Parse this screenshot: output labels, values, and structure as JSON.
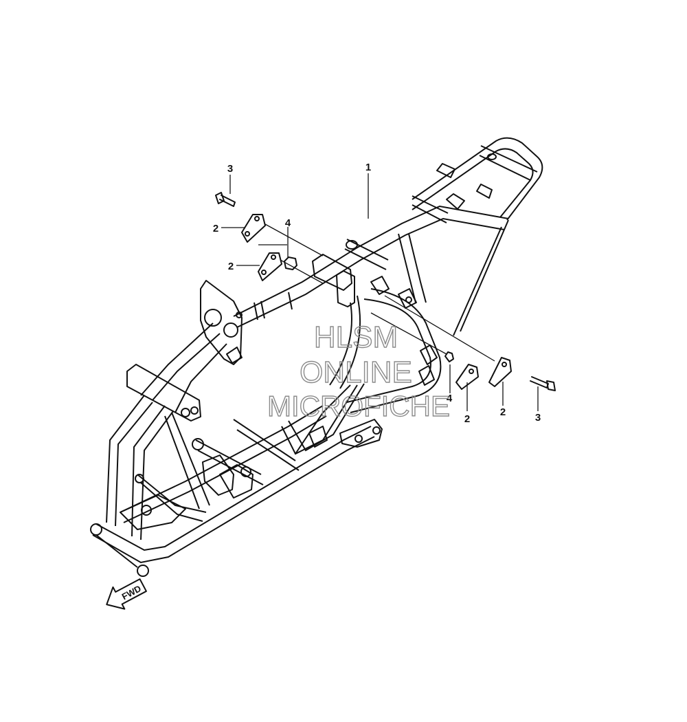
{
  "callouts": {
    "c1": "1",
    "c2a": "2",
    "c2b": "2",
    "c3a": "3",
    "c4a": "4",
    "c2c": "2",
    "c2d": "2",
    "c3b": "3",
    "c4b": "4"
  },
  "fwd_label": "FWD",
  "watermark": {
    "line1": "HLSM",
    "line2": "ONLINE",
    "line3": "MICROFICHE"
  },
  "colors": {
    "line": "#111111",
    "watermark": "#8a8a8a",
    "background": "#ffffff"
  }
}
